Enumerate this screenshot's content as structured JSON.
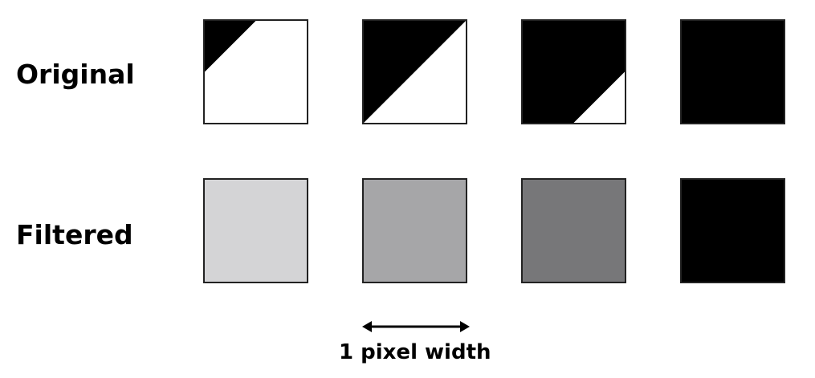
{
  "labels": {
    "original": "Original",
    "filtered": "Filtered",
    "width": "1 pixel width"
  },
  "pixels": {
    "original": [
      {
        "coverage": "small top-left triangle",
        "fill": "#000000"
      },
      {
        "coverage": "upper-left half",
        "fill": "#000000"
      },
      {
        "coverage": "all but small bottom-right triangle",
        "fill": "#000000"
      },
      {
        "coverage": "full",
        "fill": "#000000"
      }
    ],
    "filtered": [
      {
        "gray": "#d4d4d6"
      },
      {
        "gray": "#a6a6a8"
      },
      {
        "gray": "#777779"
      },
      {
        "gray": "#000000"
      }
    ]
  },
  "colors": {
    "background": "#ffffff",
    "outline": "#222222",
    "text": "#000000"
  }
}
